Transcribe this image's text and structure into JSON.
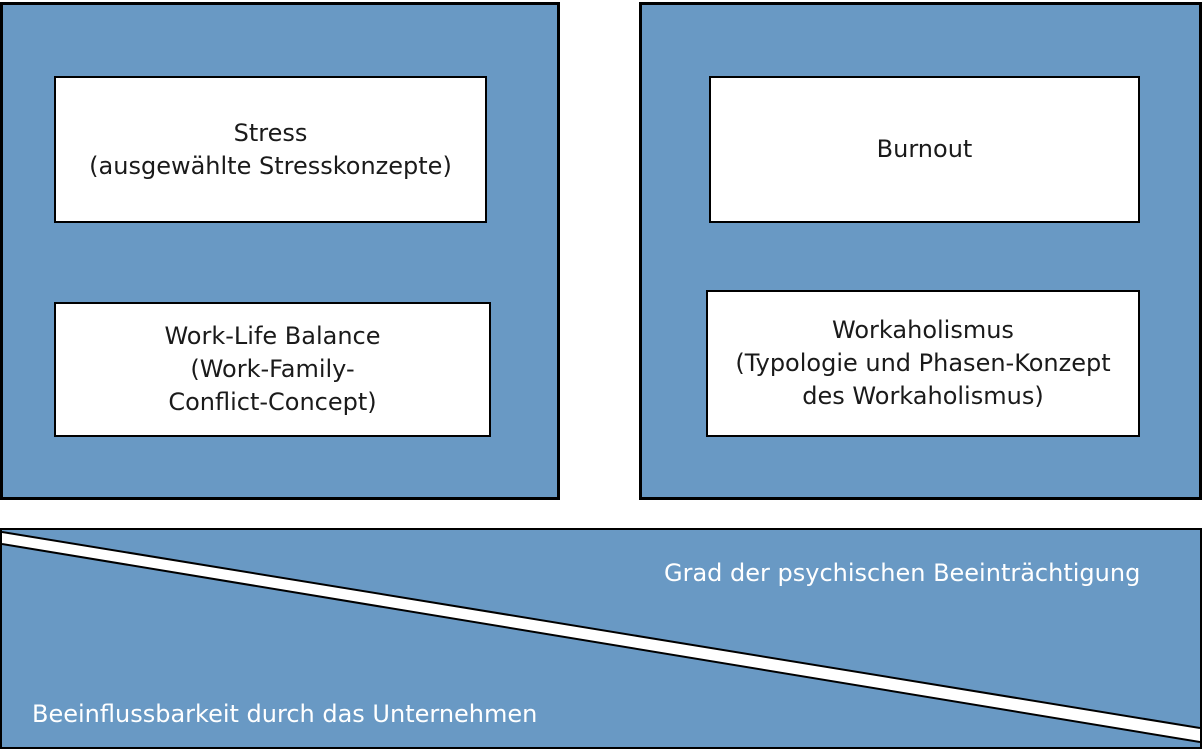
{
  "colors": {
    "panel_fill": "#6999c4",
    "box_fill": "#ffffff",
    "border": "#000000",
    "bar_text": "#ffffff"
  },
  "left_panel": {
    "stress": "Stress\n(ausgewählte Stresskonzepte)",
    "work_life_balance": "Work-Life Balance\n(Work-Family-\nConflict-Concept)"
  },
  "right_panel": {
    "burnout": "Burnout",
    "workaholismus": "Workaholismus\n(Typologie und Phasen-Konzept\ndes Workaholismus)"
  },
  "bottom_bar": {
    "degree_label": "Grad der psychischen Beeinträchtigung",
    "influence_label": "Beeinflussbarkeit durch das Unternehmen"
  }
}
